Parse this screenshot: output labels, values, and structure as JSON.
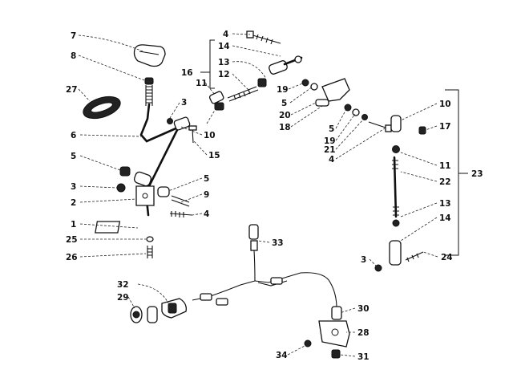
{
  "diagram": {
    "part_labels": {
      "p1": "1",
      "p2": "2",
      "p3a": "3",
      "p3b": "3",
      "p3c": "3",
      "p4a": "4",
      "p4b": "4",
      "p4c": "4",
      "p5a": "5",
      "p5b": "5",
      "p5c": "5",
      "p5d": "5",
      "p6": "6",
      "p7": "7",
      "p8": "8",
      "p9": "9",
      "p10a": "10",
      "p10b": "10",
      "p11a": "11",
      "p11b": "11",
      "p12": "12",
      "p13a": "13",
      "p13b": "13",
      "p14a": "14",
      "p14b": "14",
      "p15": "15",
      "p16": "16",
      "p17": "17",
      "p18": "18",
      "p19a": "19",
      "p19b": "19",
      "p20": "20",
      "p21": "21",
      "p22": "22",
      "p23": "23",
      "p24": "24",
      "p25": "25",
      "p26": "26",
      "p27": "27",
      "p28": "28",
      "p29": "29",
      "p30": "30",
      "p31": "31",
      "p32": "32",
      "p33": "33",
      "p34": "34"
    }
  }
}
